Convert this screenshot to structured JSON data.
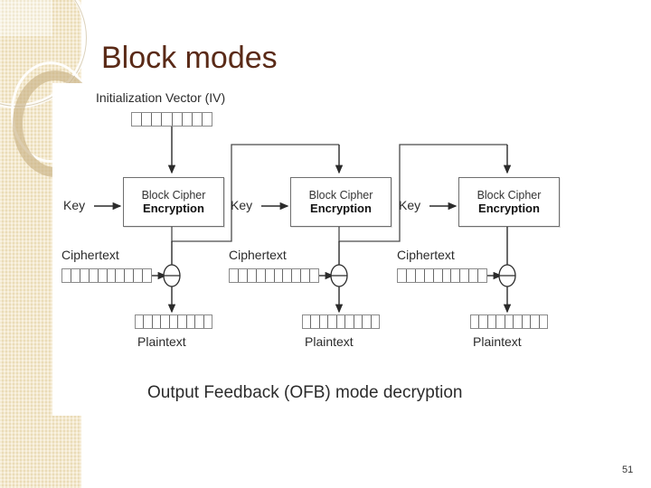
{
  "slide": {
    "title": "Block modes",
    "page_number": "51",
    "title_color": "#5a2a17",
    "accent_band_color": "#f2e3bd",
    "background_color": "#ffffff"
  },
  "figure": {
    "caption": "Output Feedback (OFB) mode decryption",
    "iv_label": "Initialization Vector (IV)",
    "iv_cells": 8,
    "stages": [
      {
        "key_label": "Key",
        "cipher_line1": "Block Cipher",
        "cipher_line2": "Encryption",
        "ciphertext_label": "Ciphertext",
        "plaintext_label": "Plaintext",
        "ciphertext_cells": 10,
        "plaintext_cells": 9,
        "xor_symbol": "xor"
      },
      {
        "key_label": "Key",
        "cipher_line1": "Block Cipher",
        "cipher_line2": "Encryption",
        "ciphertext_label": "Ciphertext",
        "plaintext_label": "Plaintext",
        "ciphertext_cells": 10,
        "plaintext_cells": 9,
        "xor_symbol": "xor"
      },
      {
        "key_label": "Key",
        "cipher_line1": "Block Cipher",
        "cipher_line2": "Encryption",
        "ciphertext_label": "Ciphertext",
        "plaintext_label": "Plaintext",
        "ciphertext_cells": 10,
        "plaintext_cells": 9,
        "xor_symbol": "xor"
      }
    ]
  }
}
